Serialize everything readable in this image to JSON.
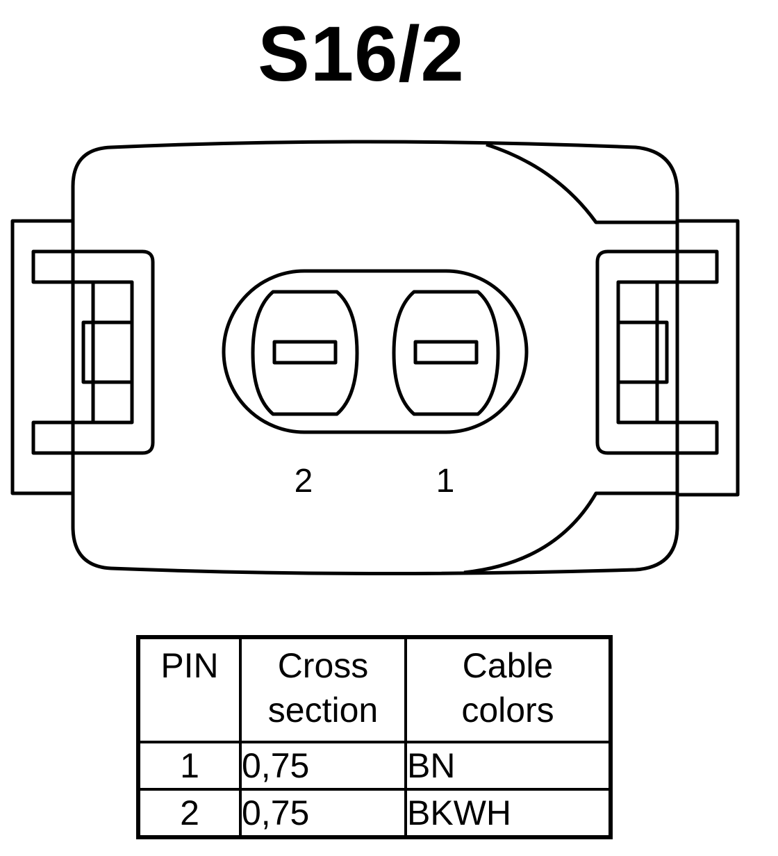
{
  "title": "S16/2",
  "pin_labels": [
    "2",
    "1"
  ],
  "table": {
    "headers": [
      [
        "PIN"
      ],
      [
        "Cross",
        "section"
      ],
      [
        "Cable",
        "colors"
      ]
    ],
    "rows": [
      {
        "pin": "1",
        "cross_section": "0,75",
        "cable_color": "BN"
      },
      {
        "pin": "2",
        "cross_section": "0,75",
        "cable_color": "BKWH"
      }
    ]
  }
}
